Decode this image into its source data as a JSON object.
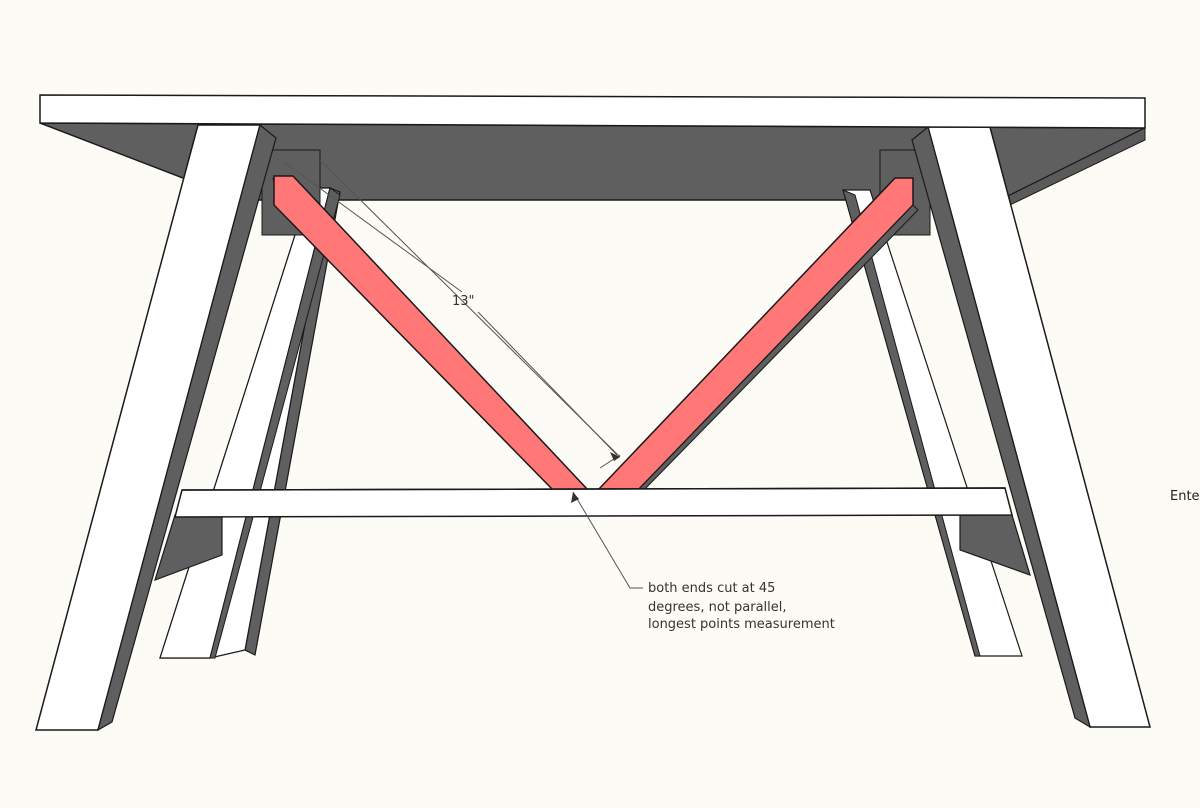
{
  "dimension": {
    "value": "13\""
  },
  "annotation": {
    "lines": [
      "both ends cut at 45",
      "degrees, not parallel,",
      "longest points measurement"
    ]
  },
  "edge_text": "Ente",
  "colors": {
    "background": "#fdfbf5",
    "wood_face": "#ffffff",
    "wood_shadow": "#5f5f5f",
    "highlight_brace": "#ff7777",
    "outline": "#1a1a1a"
  }
}
